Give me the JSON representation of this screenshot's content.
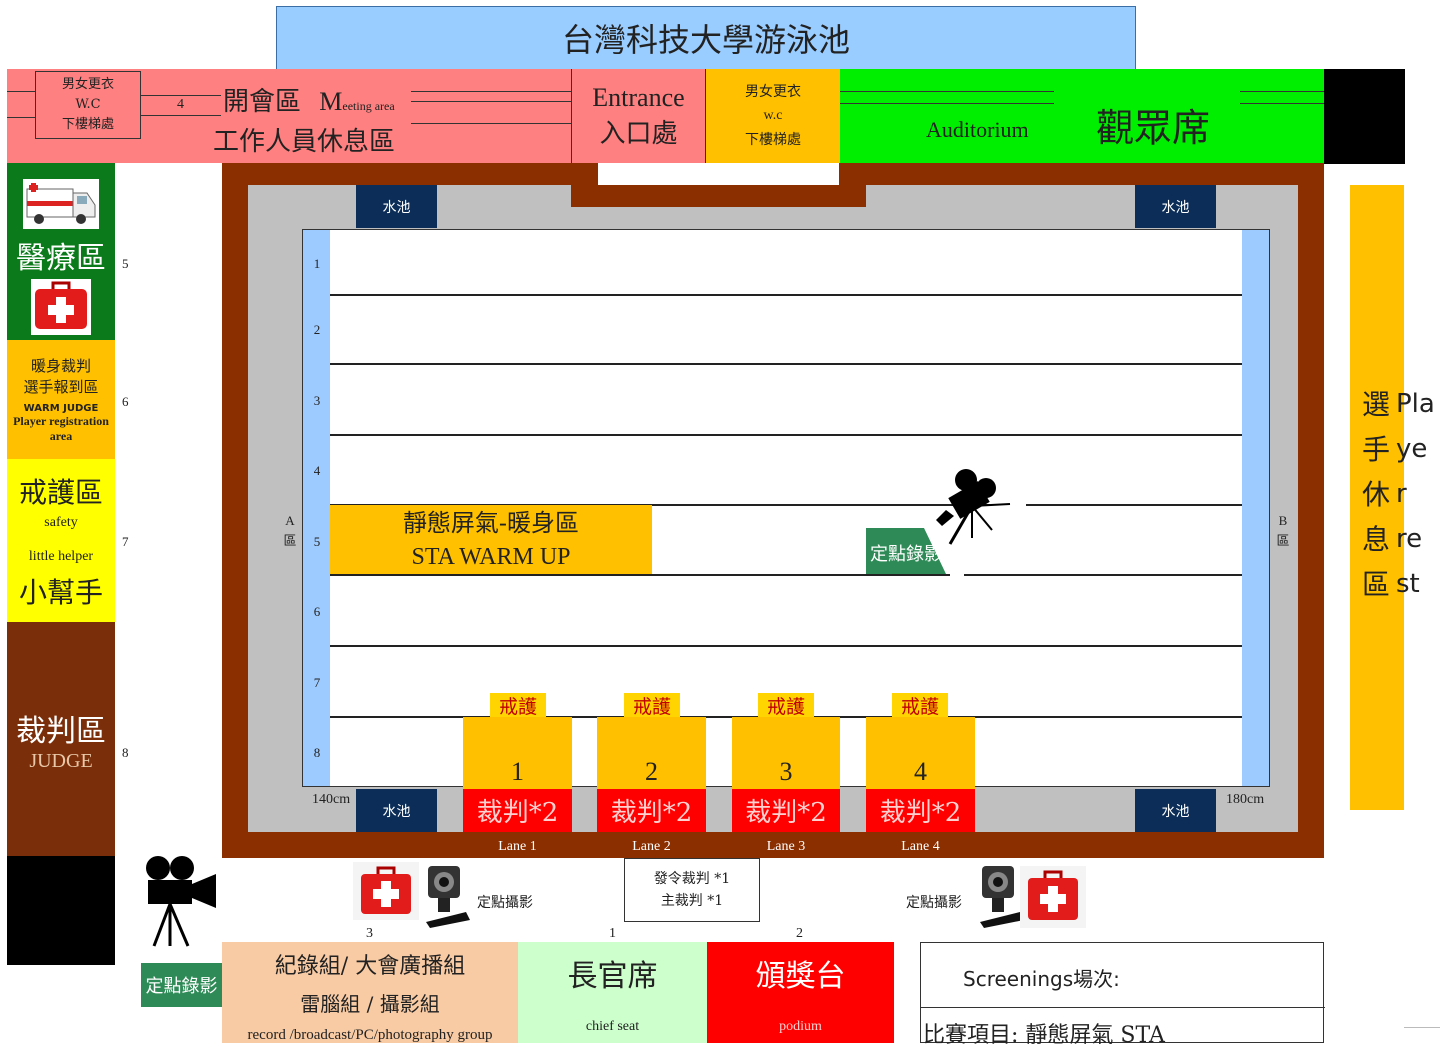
{
  "title": "台灣科技大學游泳池",
  "top": {
    "wc_left": [
      "男女更衣",
      "W.C",
      "下樓梯處"
    ],
    "wc_left_num": "4",
    "meeting_line1_zh": "開會區",
    "meeting_line1_en_big": "M",
    "meeting_line1_en_small": "eeting area",
    "meeting_line2": "工作人員休息區",
    "entrance_en": "Entrance",
    "entrance_zh": "入口處",
    "wc_right": [
      "男女更衣",
      "w.c",
      "下樓梯處"
    ],
    "auditorium_en": "Auditorium",
    "auditorium_zh": "觀眾席"
  },
  "left": {
    "medical": "醫療區",
    "warm_judge_zh1": "暖身裁判",
    "warm_judge_zh2": "選手報到區",
    "warm_judge_en": "WARM JUDGE",
    "player_reg": "Player registration",
    "area": "area",
    "safety_zh": "戒護區",
    "safety_en": "safety",
    "helper_en": "little helper",
    "helper_zh": "小幫手",
    "judge_zh": "裁判區",
    "judge_en": "JUDGE",
    "nums": [
      "5",
      "6",
      "7",
      "8"
    ]
  },
  "pool": {
    "tank": "水池",
    "lanes": [
      "1",
      "2",
      "3",
      "4",
      "5",
      "6",
      "7",
      "8"
    ],
    "side_a": [
      "A",
      "區"
    ],
    "side_b": [
      "B",
      "區"
    ],
    "warmup_zh": "靜態屏氣-暖身區",
    "warmup_en": "STA WARM UP",
    "fixed_record": "定點錄影",
    "depth_left": "140cm",
    "depth_right": "180cm",
    "guard": "戒護",
    "judge_nums": [
      "1",
      "2",
      "3",
      "4"
    ],
    "judge_x2": "裁判*2",
    "lane_labels": [
      "Lane 1",
      "Lane 2",
      "Lane 3",
      "Lane 4"
    ]
  },
  "right": {
    "rest_zh": [
      "選",
      "手",
      "休",
      "息",
      "區"
    ],
    "rest_en": [
      "Pla",
      "ye",
      "r",
      "re",
      "st"
    ]
  },
  "bottom": {
    "fixed_shoot": "定點攝影",
    "starter_line1": "發令裁判 *1",
    "starter_line2": "主裁判 *1",
    "num_3": "3",
    "num_1": "1",
    "num_2": "2",
    "fixed_record": "定點錄影",
    "record_zh1": "紀錄組/ 大會廣播組",
    "record_zh2": "雷腦組 / 攝影組",
    "record_en": "record /broadcast/PC/photography group",
    "chief_zh": "長官席",
    "chief_en": "chief seat",
    "podium_zh": "頒獎台",
    "podium_en": "podium",
    "screenings": "Screenings場次:",
    "event": "比賽項目: 靜態屏氣 STA"
  },
  "colors": {
    "title_bg": "#99ccff",
    "meeting_bg": "#ff8080",
    "wc_bg": "#ffc000",
    "auditorium_bg": "#00ee00",
    "deck": "#8b2e00",
    "gray": "#c0c0c0",
    "lane_blue": "#9ecbff",
    "medical_green": "#0a7a1a",
    "yellow": "#ffff00",
    "judge_brown": "#7b2e0a",
    "orange": "#ffc000",
    "red": "#ff0000",
    "peach": "#f8cba4",
    "lightgreen": "#ccffcc",
    "fixed_green": "#2e8b57"
  }
}
